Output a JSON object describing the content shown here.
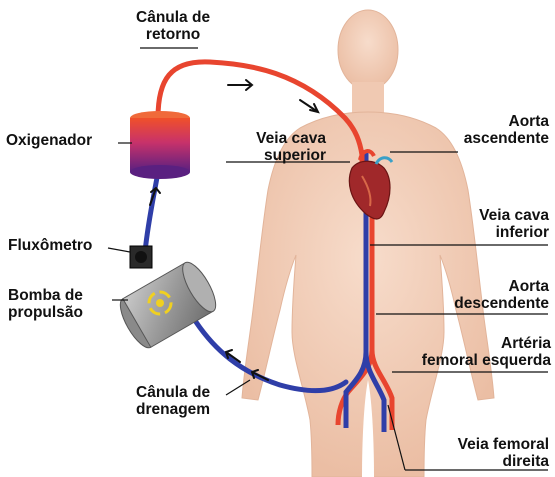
{
  "labels": {
    "canula_retorno": [
      "Cânula de",
      "retorno"
    ],
    "oxigenador": [
      "Oxigenador"
    ],
    "fluxometro": [
      "Fluxômetro"
    ],
    "bomba": [
      "Bomba de",
      "propulsão"
    ],
    "canula_drenagem": [
      "Cânula de",
      "drenagem"
    ],
    "veia_cava_superior": [
      "Veia cava",
      "superior"
    ],
    "aorta_ascendente": [
      "Aorta",
      "ascendente"
    ],
    "veia_cava_inferior": [
      "Veia cava",
      "inferior"
    ],
    "aorta_descendente": [
      "Aorta",
      "descendente"
    ],
    "arteria_femoral": [
      "Artéria",
      "femoral esquerda"
    ],
    "veia_femoral": [
      "Veia femoral",
      "direita"
    ]
  },
  "colors": {
    "arterial": "#e8452f",
    "venous": "#2f3ea8",
    "skin": "#f4d2bc",
    "skin_shadow": "#e6b79e",
    "label_text": "#111111"
  },
  "icons": [
    "flow-arrow-icon",
    "rotation-arrows-icon",
    "heart-icon"
  ]
}
